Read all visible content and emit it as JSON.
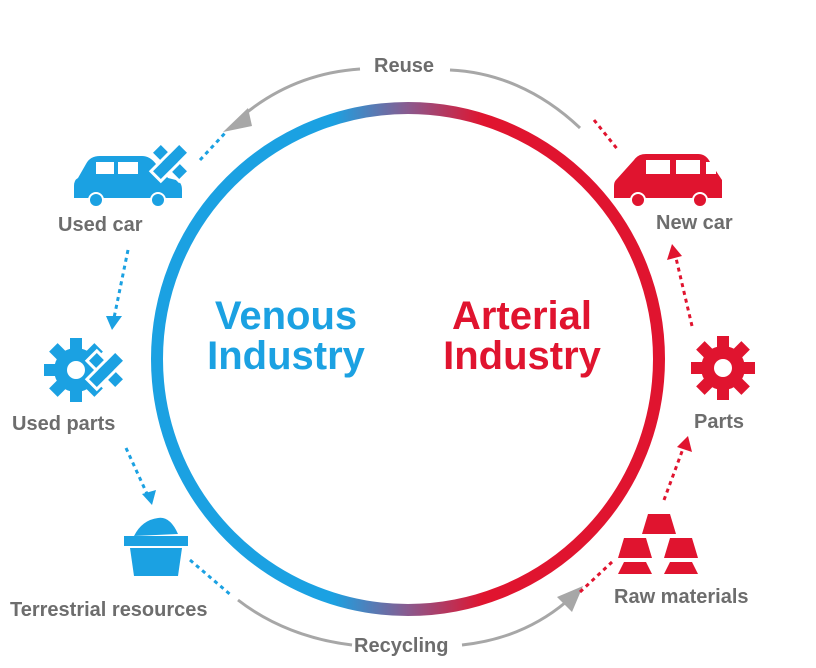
{
  "center": {
    "venous": {
      "line1": "Venous",
      "line2": "Industry"
    },
    "arterial": {
      "line1": "Arterial",
      "line2": "Industry"
    }
  },
  "flows": {
    "top": "Reuse",
    "bottom": "Recycling"
  },
  "nodes": {
    "used_car": {
      "label": "Used car",
      "icon": "car-crossed-icon"
    },
    "used_parts": {
      "label": "Used parts",
      "icon": "gear-crossed-icon"
    },
    "terrestrial_resources": {
      "label": "Terrestrial resources",
      "icon": "basket-icon"
    },
    "raw_materials": {
      "label": "Raw materials",
      "icon": "ingots-icon"
    },
    "parts": {
      "label": "Parts",
      "icon": "gear-icon"
    },
    "new_car": {
      "label": "New car",
      "icon": "car-icon"
    }
  },
  "colors": {
    "venous": "#1ba1e2",
    "arterial": "#e0142f",
    "neutral": "#6d6d6d",
    "arrow": "#a7a7a7"
  }
}
